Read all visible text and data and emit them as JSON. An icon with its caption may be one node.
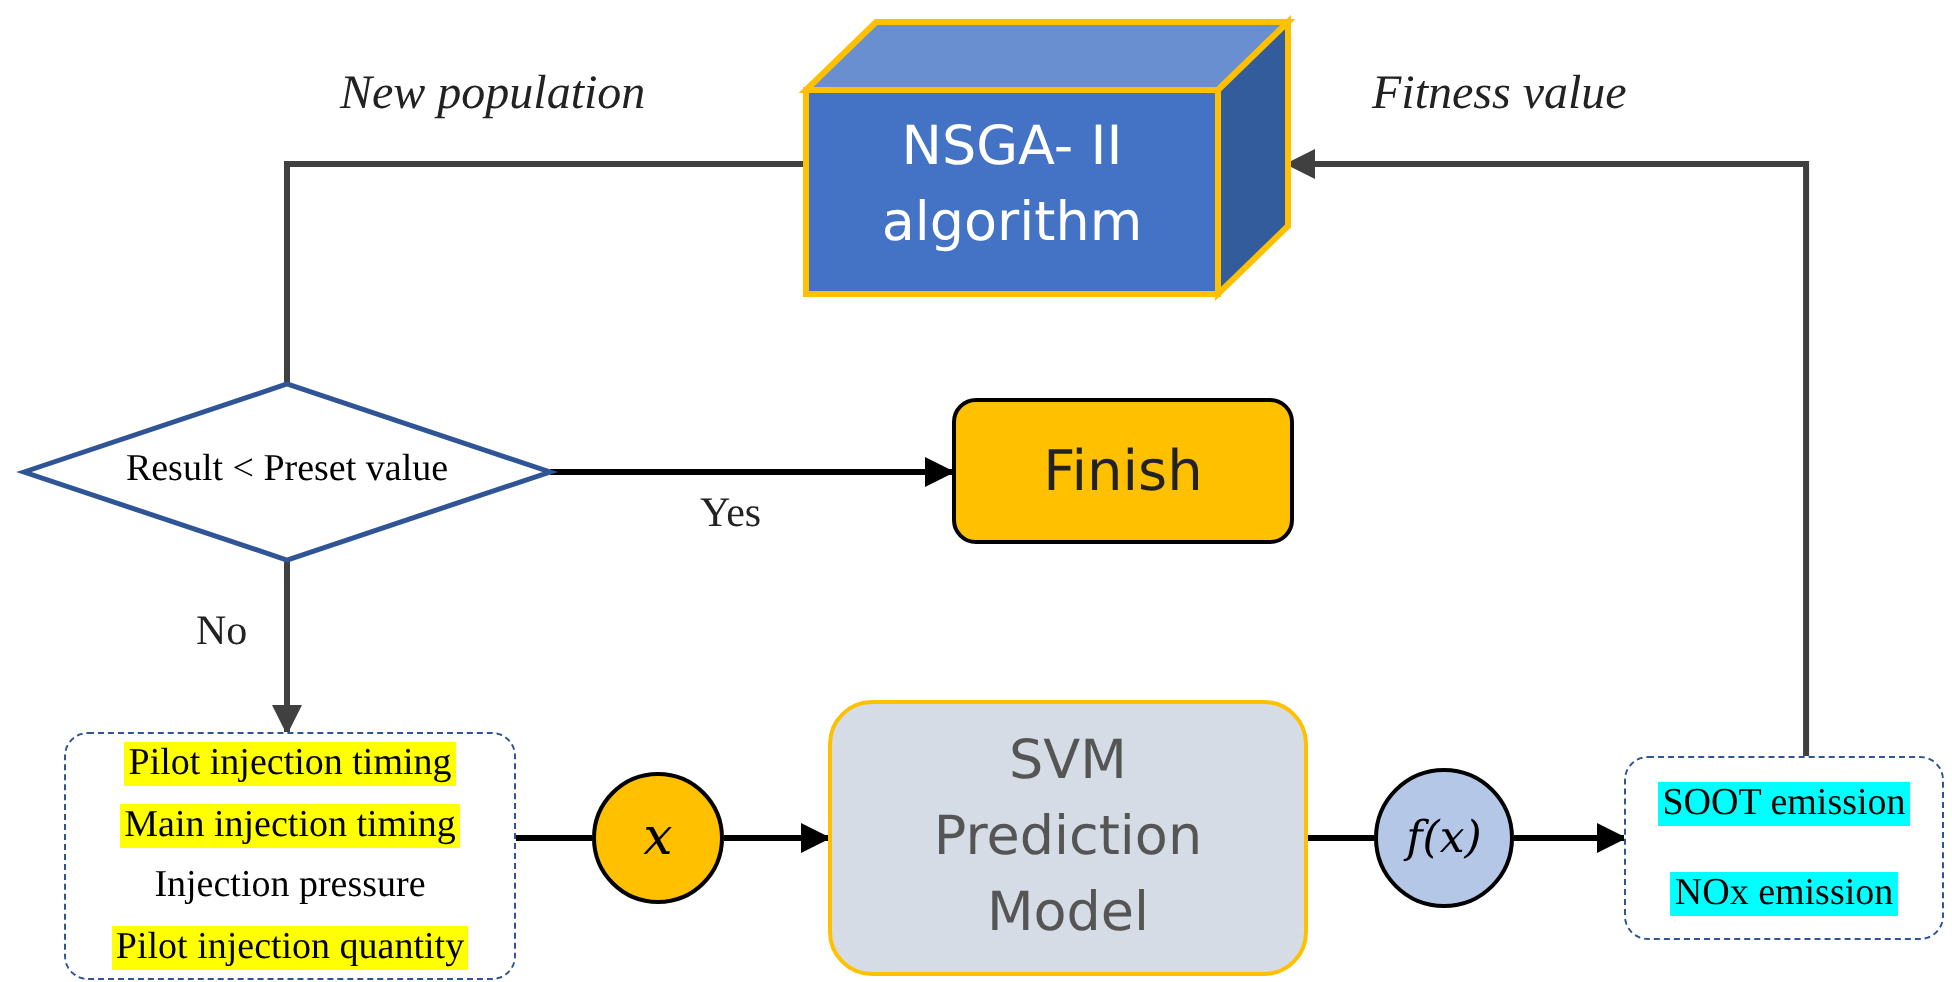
{
  "diagram": {
    "nodes": [
      {
        "text": [
          "NSGA- II algorithm"
        ]
      },
      {
        "text": [
          "Result < Preset value"
        ]
      },
      {
        "text": [
          "Finish"
        ]
      },
      {
        "text": [
          "Pilot injection timing",
          "Main injection timing",
          "Injection pressure",
          "Pilot injection quantity"
        ]
      },
      {
        "text": [
          "x"
        ]
      },
      {
        "text": [
          "SVM Prediction Model"
        ]
      },
      {
        "text": [
          "f(x)"
        ]
      },
      {
        "text": [
          "SOOT emission",
          "NOx emission"
        ]
      }
    ],
    "edges": [
      {
        "from": 0,
        "to": 1,
        "arrow": "none",
        "label": "New population",
        "color": "#404040"
      },
      {
        "from": 7,
        "to": 0,
        "arrow": "to",
        "label": "Fitness value",
        "color": "#404040"
      },
      {
        "from": 1,
        "to": 2,
        "arrow": "to",
        "label": "Yes"
      },
      {
        "from": 1,
        "to": 3,
        "arrow": "to",
        "label": "No",
        "color": "#404040"
      },
      {
        "from": 3,
        "to": 4,
        "arrow": "none"
      },
      {
        "from": 4,
        "to": 5,
        "arrow": "to"
      },
      {
        "from": 5,
        "to": 6,
        "arrow": "none"
      },
      {
        "from": 6,
        "to": 7,
        "arrow": "to"
      }
    ]
  }
}
